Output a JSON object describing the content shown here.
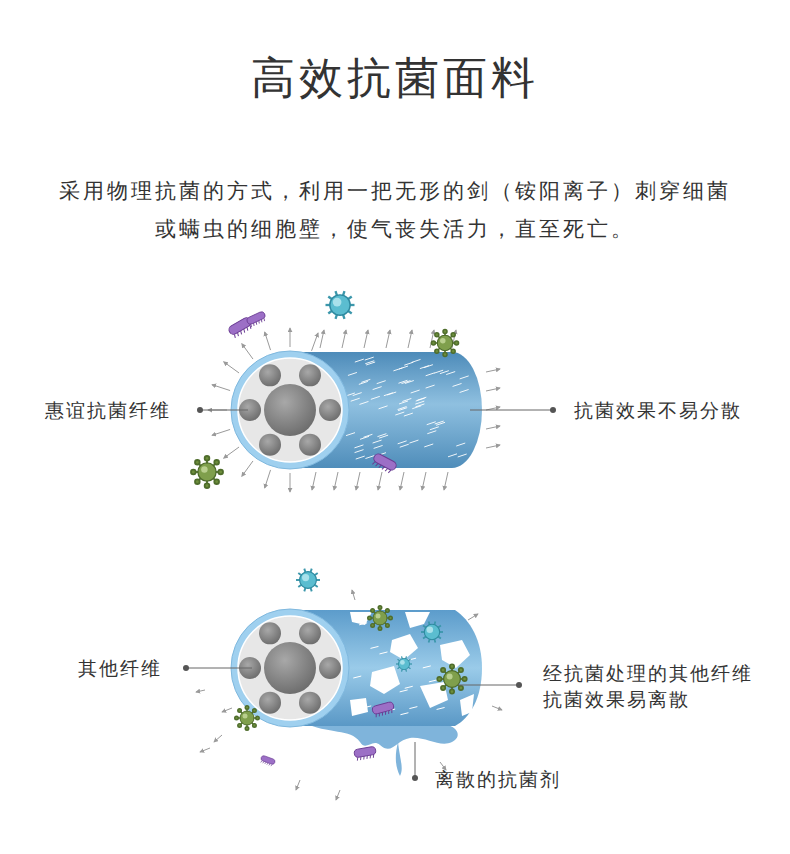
{
  "diagram": {
    "title": "高效抗菌面料",
    "labels": [
      "采用物理抗菌的方式，利用一把无形的剑（铵阳离子）刺穿细菌 或螨虫的细胞壁，使气丧失活力，直至死亡。",
      "惠谊抗菌纤维",
      "抗菌效果不易分散",
      "其他纤维",
      "经抗菌处理的其他纤维 抗菌效果易离散",
      "离散的抗菌剂"
    ]
  }
}
